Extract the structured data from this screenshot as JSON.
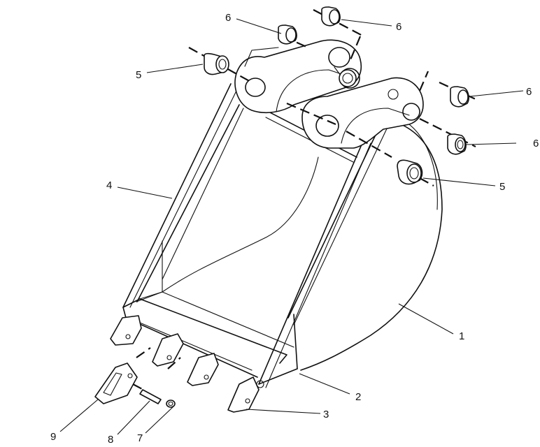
{
  "figure": {
    "callouts": [
      {
        "id": "c1",
        "label": "1"
      },
      {
        "id": "c2",
        "label": "2"
      },
      {
        "id": "c3",
        "label": "3"
      },
      {
        "id": "c4",
        "label": "4"
      },
      {
        "id": "c5a",
        "label": "5"
      },
      {
        "id": "c5b",
        "label": "5"
      },
      {
        "id": "c6a",
        "label": "6"
      },
      {
        "id": "c6b",
        "label": "6"
      },
      {
        "id": "c6c",
        "label": "6"
      },
      {
        "id": "c6d",
        "label": "6"
      },
      {
        "id": "c7",
        "label": "7"
      },
      {
        "id": "c8",
        "label": "8"
      },
      {
        "id": "c9",
        "label": "9"
      }
    ]
  }
}
